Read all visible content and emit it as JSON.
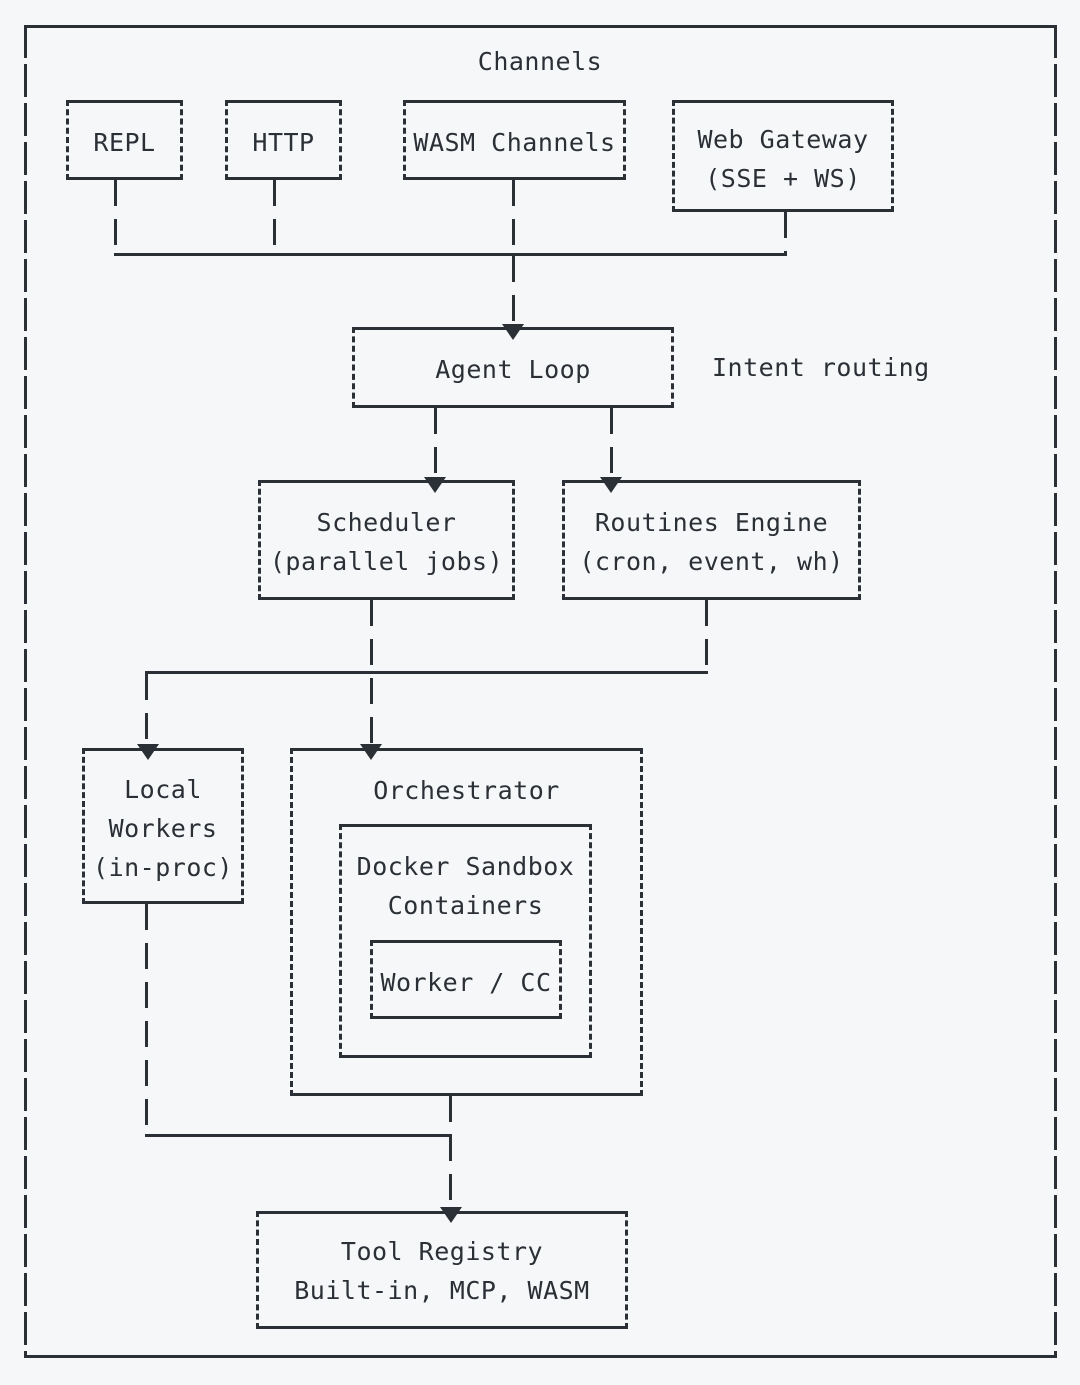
{
  "diagram": {
    "title": "Channels",
    "background_color": "#f6f7f9",
    "ink_color": "#2b3036",
    "annotation": "Intent routing"
  },
  "channels": [
    {
      "id": "repl",
      "label": "REPL"
    },
    {
      "id": "http",
      "label": "HTTP"
    },
    {
      "id": "wasm",
      "label": "WASM Channels"
    },
    {
      "id": "web_gateway",
      "label_line1": "Web Gateway",
      "label_line2": "(SSE + WS)"
    }
  ],
  "core": {
    "agent_loop": {
      "label": "Agent Loop"
    },
    "scheduler": {
      "label_line1": "Scheduler",
      "label_line2": "(parallel jobs)"
    },
    "routines_engine": {
      "label_line1": "Routines Engine",
      "label_line2": "(cron, event, wh)"
    }
  },
  "execution": {
    "local_workers": {
      "label_line1": "Local",
      "label_line2": "Workers",
      "label_line3": "(in-proc)"
    },
    "orchestrator": {
      "label": "Orchestrator",
      "docker_sandbox": {
        "label_line1": "Docker Sandbox",
        "label_line2": "Containers",
        "worker_cc": {
          "label": "Worker / CC"
        }
      }
    }
  },
  "registry": {
    "label_line1": "Tool Registry",
    "label_line2": "Built-in, MCP, WASM"
  }
}
